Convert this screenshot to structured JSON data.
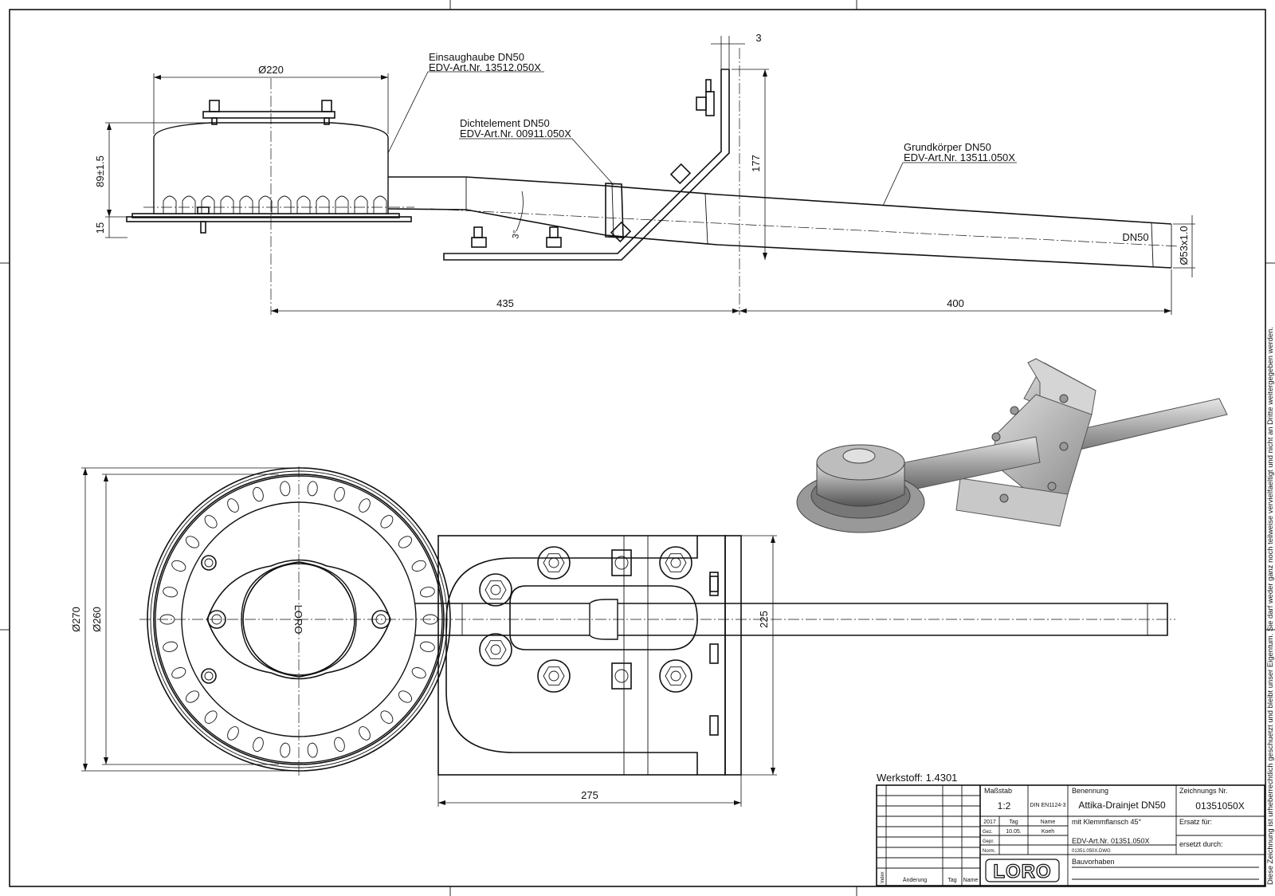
{
  "callouts": {
    "einsaughaube": {
      "name": "Einsaughaube DN50",
      "art": "EDV-Art.Nr. 13512.050X"
    },
    "dichtelement": {
      "name": "Dichtelement DN50",
      "art": "EDV-Art.Nr. 00911.050X"
    },
    "grundkoerper": {
      "name": "Grundkörper DN50",
      "art": "EDV-Art.Nr. 13511.050X"
    }
  },
  "dimensions": {
    "d220": "Ø220",
    "h89": "89±1.5",
    "h15": "15",
    "t3": "3",
    "h177": "177",
    "angle": "3°",
    "dn50": "DN50",
    "d53": "Ø53x1.0",
    "l435": "435",
    "l400": "400",
    "d270": "Ø270",
    "d260": "Ø260",
    "w225": "225",
    "w275": "275"
  },
  "werkstoff": "Werkstoff: 1.4301",
  "title_block": {
    "massstab_label": "Maßstab",
    "massstab_value": "1:2",
    "norm_ref": "DIN EN1124-3",
    "benennung_label": "Benennung",
    "benennung_value": "Attika-Drainjet DN50",
    "zeichnungsnr_label": "Zeichnungs Nr.",
    "zeichnungsnr_value": "01351050X",
    "year": "2017",
    "tag_label": "Tag",
    "name_label": "Name",
    "gez_label": "Gez.",
    "gez_tag": "10.05.",
    "gez_name": "Koeh",
    "gepr_label": "Gepr.",
    "norm_label": "Norm.",
    "subtitle": "mit Klemmflansch 45°",
    "ersatz_fuer": "Ersatz für:",
    "edv": "EDV-Art.Nr. 01351.050X",
    "ersetzt_durch": "ersetzt durch:",
    "dwg": "01351.050X.DWG",
    "index_label": "Index",
    "aenderung_label": "Änderung",
    "tag2_label": "Tag",
    "name2_label": "Name",
    "logo": "LORO",
    "bauvorhaben": "Bauvorhaben"
  },
  "side_note": "Diese Zeichnung ist urheberrechtlich geschuetzt und bleibt unser Eigentum. Sie darf weder ganz noch teilweise vervielfaeltigt und nicht an Dritte weitergegeben werden.",
  "lid_logo": "LORO"
}
